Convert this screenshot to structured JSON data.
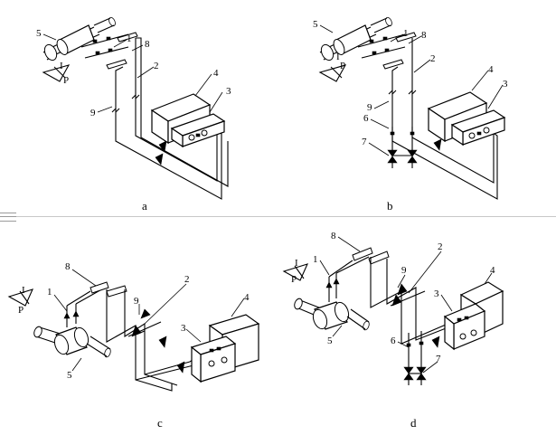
{
  "panels": [
    {
      "id": "a",
      "caption": "a",
      "labels": {
        "n1": "1",
        "n2": "2",
        "n3": "3",
        "n4": "4",
        "n5": "5",
        "n8": "8",
        "n9": "9",
        "I": "I",
        "P": "P"
      }
    },
    {
      "id": "b",
      "caption": "b",
      "labels": {
        "n1": "1",
        "n2": "2",
        "n3": "3",
        "n4": "4",
        "n5": "5",
        "n6": "6",
        "n7": "7",
        "n8": "8",
        "n9": "9",
        "I": "I",
        "P": "P"
      }
    },
    {
      "id": "c",
      "caption": "c",
      "labels": {
        "n1": "1",
        "n2": "2",
        "n3": "3",
        "n4": "4",
        "n5": "5",
        "n8": "8",
        "n9": "9",
        "I": "I",
        "P": "P"
      }
    },
    {
      "id": "d",
      "caption": "d",
      "labels": {
        "n1": "1",
        "n2": "2",
        "n3": "3",
        "n4": "4",
        "n5": "5",
        "n6": "6",
        "n7": "7",
        "n8": "8",
        "n9": "9",
        "I": "I",
        "P": "P"
      }
    }
  ]
}
